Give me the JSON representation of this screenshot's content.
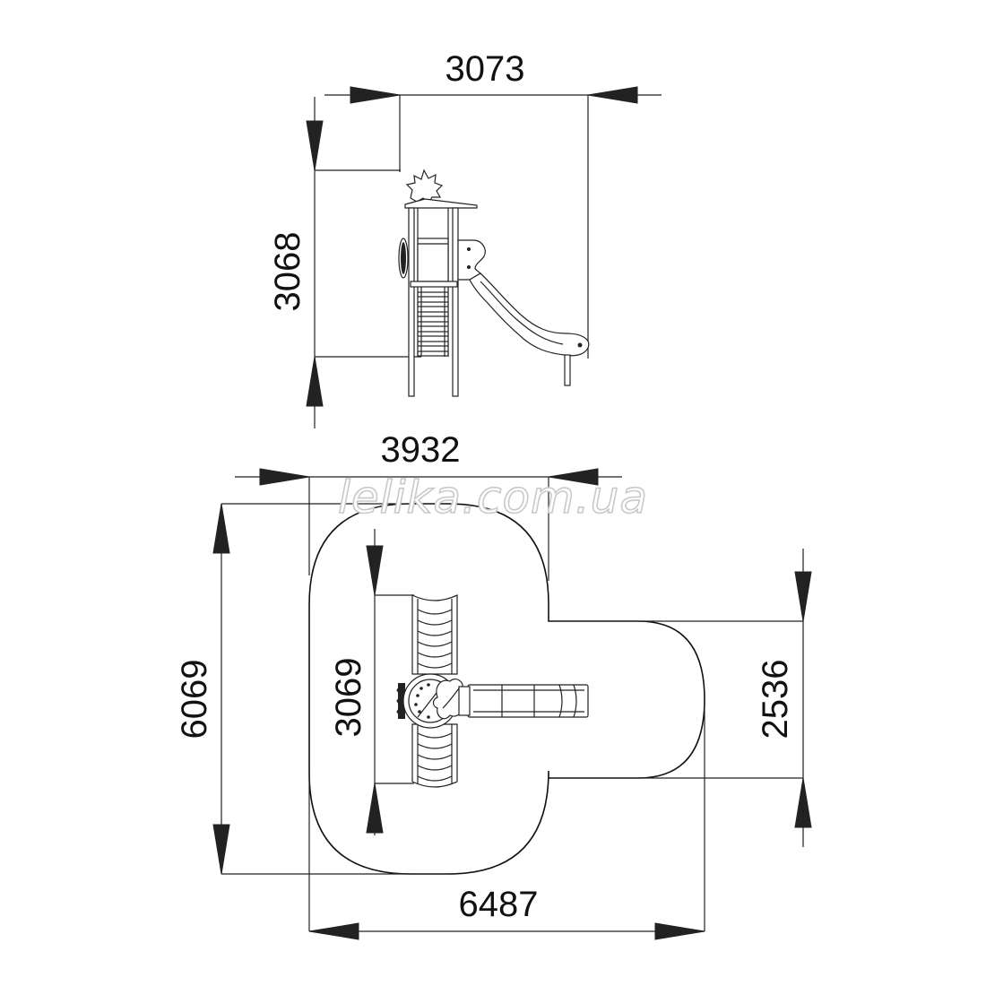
{
  "watermark": "lelika.com.ua",
  "side_view": {
    "width_label": "3073",
    "height_label": "3068"
  },
  "plan_view": {
    "top_width_label": "3932",
    "total_height_label": "6069",
    "inner_height_label": "3069",
    "arm_height_label": "2536",
    "total_width_label": "6487"
  },
  "colors": {
    "line": "#222222",
    "background": "#ffffff",
    "watermark_outline": "#c9c9c9"
  }
}
